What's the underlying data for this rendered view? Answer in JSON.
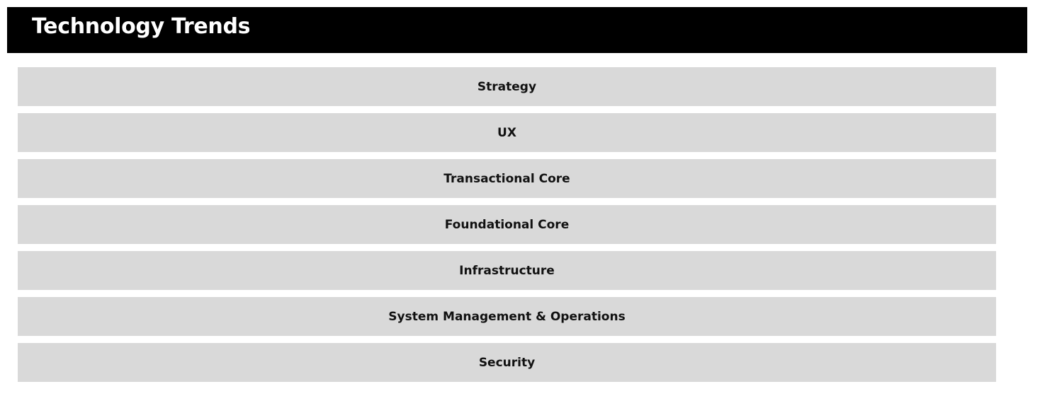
{
  "header": {
    "title": "Technology Trends",
    "background_color": "#000000",
    "text_color": "#ffffff"
  },
  "trends": {
    "item_color": "#d9d9d9",
    "items": [
      {
        "label": "Strategy"
      },
      {
        "label": "UX"
      },
      {
        "label": "Transactional Core"
      },
      {
        "label": "Foundational Core"
      },
      {
        "label": "Infrastructure"
      },
      {
        "label": "System Management & Operations"
      },
      {
        "label": "Security"
      }
    ]
  }
}
